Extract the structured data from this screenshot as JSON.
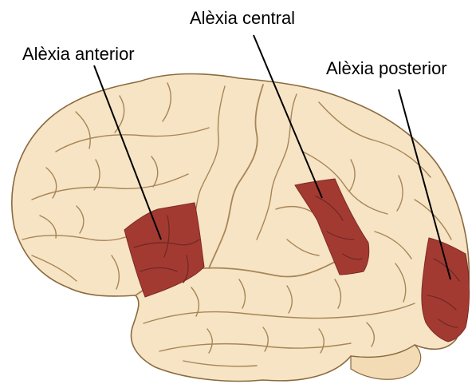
{
  "labels": {
    "anterior": "Alèxia anterior",
    "central": "Alèxia central",
    "posterior": "Alèxia posterior"
  },
  "colors": {
    "brain_fill": "#f6e4c4",
    "brain_outline": "#8b6a3e",
    "lesion_fill": "#a33a32",
    "leader": "#000000"
  }
}
